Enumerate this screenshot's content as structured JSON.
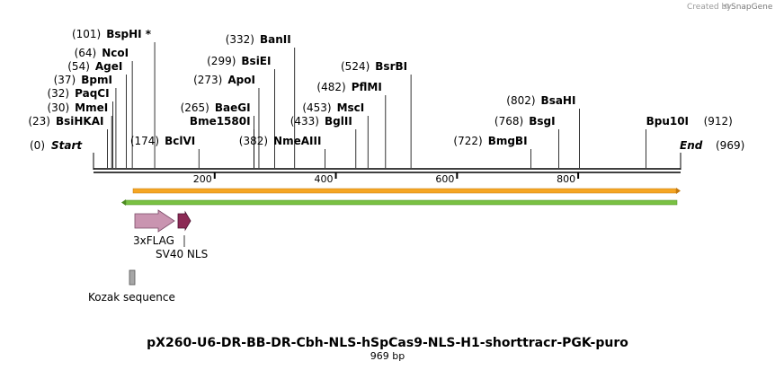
{
  "credit": {
    "prefix": "Created by",
    "brand": "SnapGene"
  },
  "map": {
    "length": 969,
    "ticks": [
      200,
      400,
      600,
      800
    ],
    "start": {
      "pos": "(0)",
      "label": "Start"
    },
    "end": {
      "pos": "(969)",
      "label": "End"
    }
  },
  "sites": [
    {
      "name": "BsiHKAI",
      "pos": "(23)",
      "bp": 23,
      "side": "left"
    },
    {
      "name": "MmeI",
      "pos": "(30)",
      "bp": 30,
      "side": "left"
    },
    {
      "name": "PaqCI",
      "pos": "(32)",
      "bp": 32,
      "side": "left"
    },
    {
      "name": "BpmI",
      "pos": "(37)",
      "bp": 37,
      "side": "left"
    },
    {
      "name": "AgeI",
      "pos": "(54)",
      "bp": 54,
      "side": "left"
    },
    {
      "name": "NcoI",
      "pos": "(64)",
      "bp": 64,
      "side": "left"
    },
    {
      "name": "BspHI *",
      "pos": "(101)",
      "bp": 101,
      "side": "left"
    },
    {
      "name": "BclVI",
      "pos": "(174)",
      "bp": 174,
      "side": "left"
    },
    {
      "name": "BaeGI",
      "pos": "(265)",
      "bp": 265,
      "side": "left"
    },
    {
      "name": "Bme1580I",
      "pos": "",
      "bp": 265,
      "side": "left"
    },
    {
      "name": "ApoI",
      "pos": "(273)",
      "bp": 273,
      "side": "left"
    },
    {
      "name": "BsiEI",
      "pos": "(299)",
      "bp": 299,
      "side": "left"
    },
    {
      "name": "BanII",
      "pos": "(332)",
      "bp": 332,
      "side": "left"
    },
    {
      "name": "NmeAIII",
      "pos": "(382)",
      "bp": 382,
      "side": "left"
    },
    {
      "name": "BglII",
      "pos": "(433)",
      "bp": 433,
      "side": "left"
    },
    {
      "name": "MscI",
      "pos": "(453)",
      "bp": 453,
      "side": "left"
    },
    {
      "name": "PflMI",
      "pos": "(482)",
      "bp": 482,
      "side": "left"
    },
    {
      "name": "BsrBI",
      "pos": "(524)",
      "bp": 524,
      "side": "left"
    },
    {
      "name": "BmgBI",
      "pos": "(722)",
      "bp": 722,
      "side": "left"
    },
    {
      "name": "BsgI",
      "pos": "(768)",
      "bp": 768,
      "side": "left"
    },
    {
      "name": "BsaHI",
      "pos": "(802)",
      "bp": 802,
      "side": "left"
    },
    {
      "name": "Bpu10I",
      "pos": "(912)",
      "bp": 912,
      "side": "right"
    }
  ],
  "features": [
    {
      "name": "3xFLAG",
      "color": "#c994b0"
    },
    {
      "name": "SV40 NLS",
      "color": "#8c2a55"
    },
    {
      "name": "Kozak sequence",
      "color": "#a6a6a6"
    }
  ],
  "tracks": {
    "forward_color": "#f5a623",
    "reverse_color": "#7ac143"
  },
  "title": "pX260-U6-DR-BB-DR-Cbh-NLS-hSpCas9-NLS-H1-shorttracr-PGK-puro",
  "subtitle": "969 bp"
}
